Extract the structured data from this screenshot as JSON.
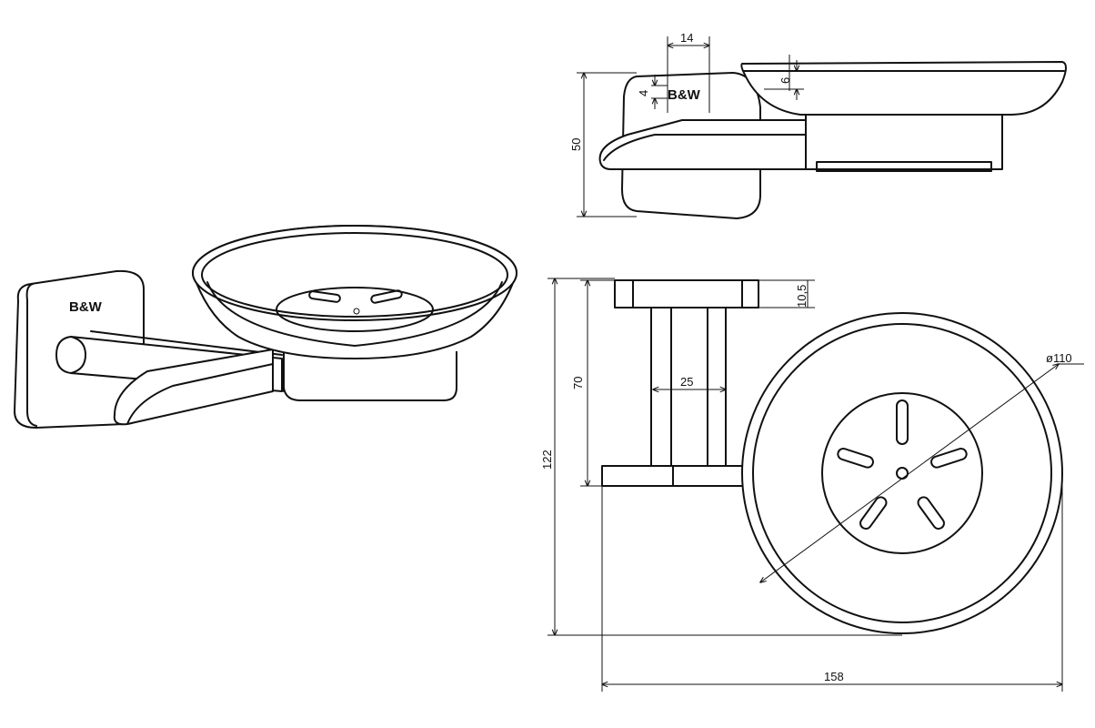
{
  "brand": {
    "logo": "B&W"
  },
  "dimensions": {
    "width_14": "14",
    "height_4": "4",
    "height_6": "6",
    "height_50": "50",
    "height_10_5": "10,5",
    "height_70": "70",
    "width_25": "25",
    "height_122": "122",
    "diameter_110": "ø110",
    "width_158": "158"
  }
}
